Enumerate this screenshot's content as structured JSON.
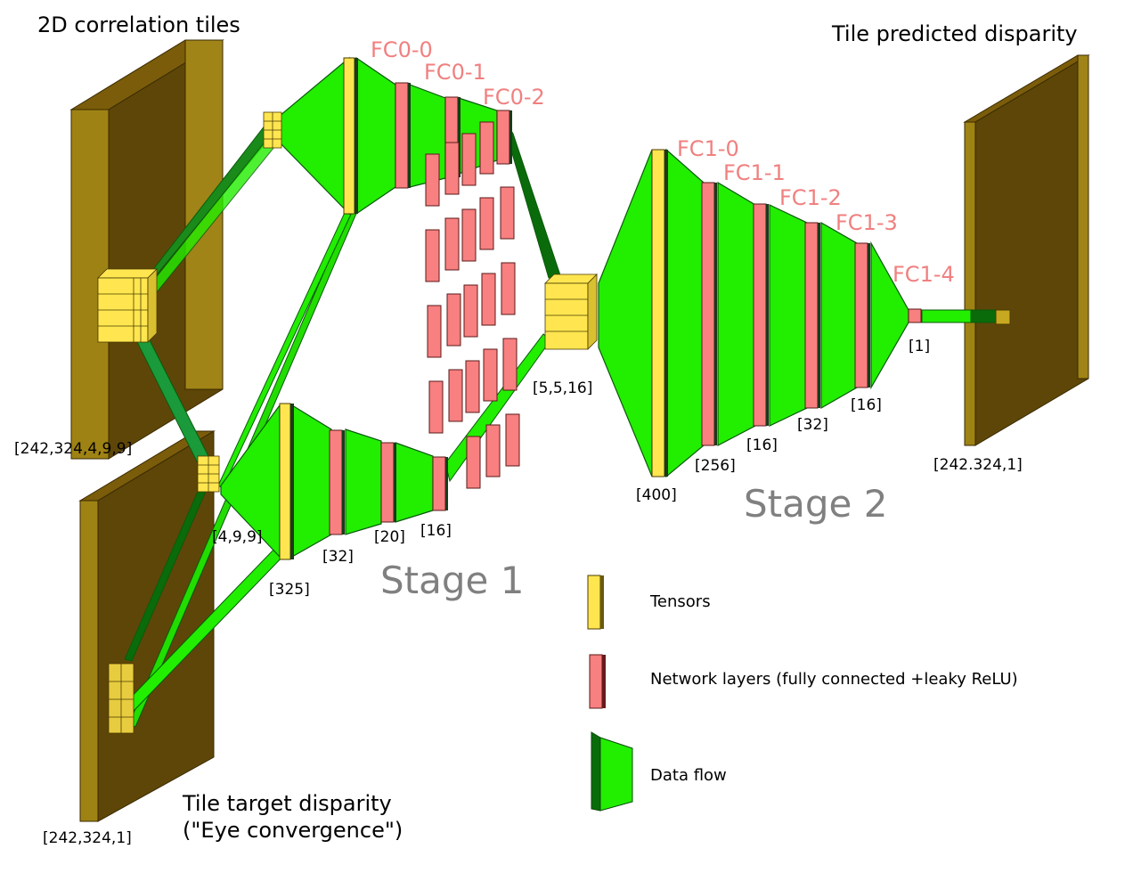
{
  "titles": {
    "input": "2D correlation tiles",
    "output": "Tile predicted disparity",
    "target_line1": "Tile target disparity",
    "target_line2": "(\"Eye convergence\")"
  },
  "layers": {
    "fc0_0": "FC0-0",
    "fc0_1": "FC0-1",
    "fc0_2": "FC0-2",
    "fc1_0": "FC1-0",
    "fc1_1": "FC1-1",
    "fc1_2": "FC1-2",
    "fc1_3": "FC1-3",
    "fc1_4": "FC1-4"
  },
  "dims": {
    "input": "[242,324,4,9,9]",
    "target": "[242,324,1]",
    "sub_tile": "[4,9,9]",
    "t325": "[325]",
    "l32a": "[32]",
    "l20": "[20]",
    "l16a": "[16]",
    "stage1_out": "[5,5,16]",
    "t400": "[400]",
    "l256": "[256]",
    "l16b": "[16]",
    "l32b": "[32]",
    "l16c": "[16]",
    "l1": "[1]",
    "output": "[242.324,1]"
  },
  "stages": {
    "stage1": "Stage 1",
    "stage2": "Stage 2"
  },
  "legend": {
    "tensors": "Tensors",
    "layers": "Network layers (fully connected +leaky ReLU)",
    "flow": "Data flow"
  },
  "colors": {
    "tensor": "#ffe650",
    "layer": "#f88080",
    "flow": "#22ee00",
    "flow_dark": "#0a6b0a",
    "slab": "#5e4608",
    "slab_side": "#9e8214"
  }
}
